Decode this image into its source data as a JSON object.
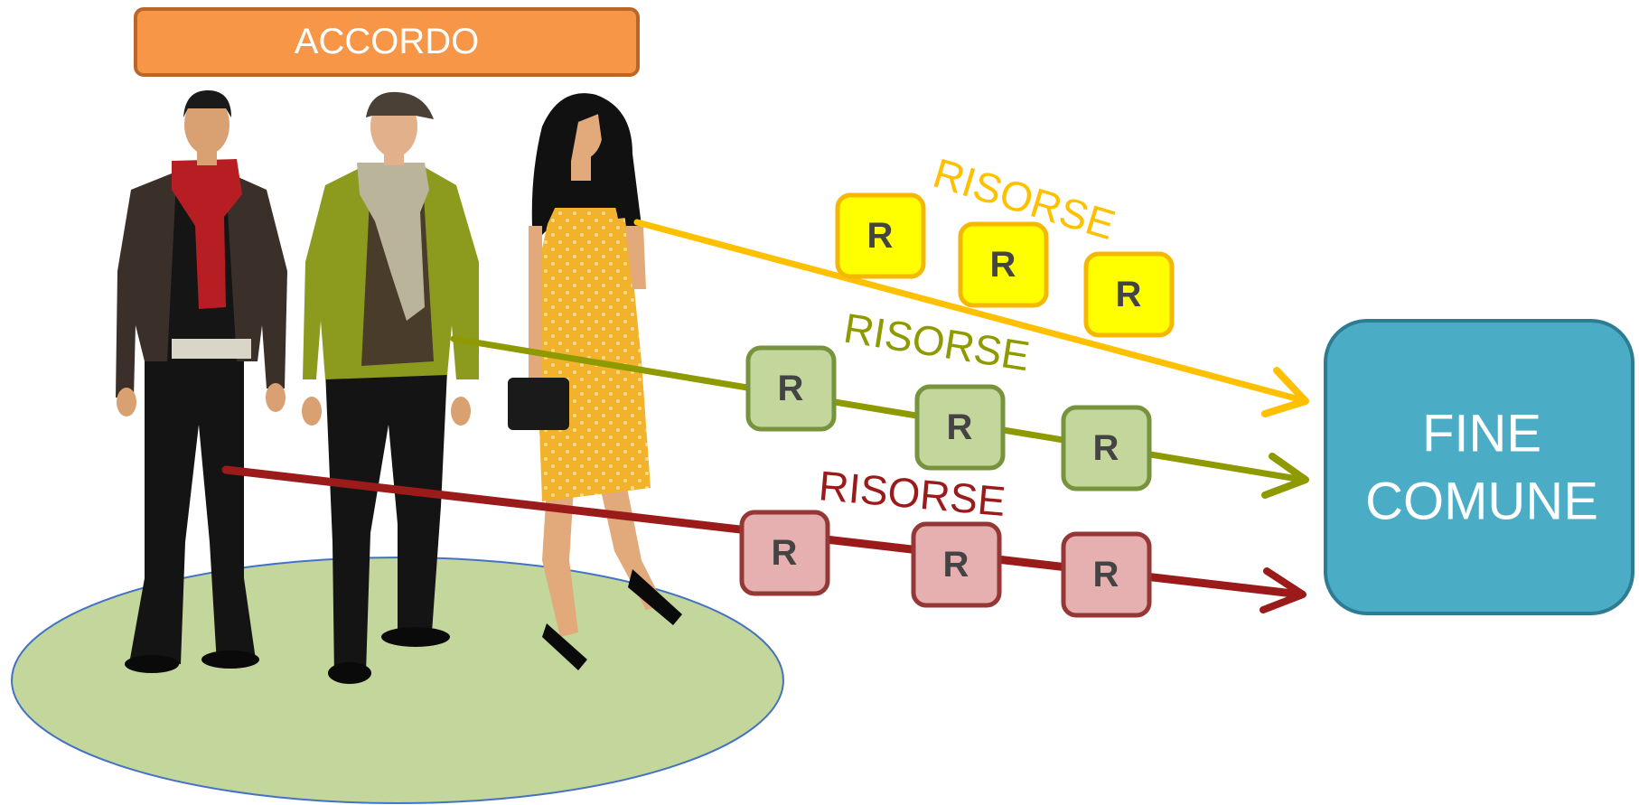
{
  "header": {
    "label": "ACCORDO",
    "fill": "#F79646",
    "stroke": "#B9662A"
  },
  "goal": {
    "line1": "FINE",
    "line2": "COMUNE",
    "fill": "#4BACC6",
    "stroke": "#2E7C93"
  },
  "streams": [
    {
      "label": "RISORSE",
      "color": "#FFC000",
      "chip_fill": "#FFFF00",
      "chip_stroke": "#F5B800",
      "chips": [
        "R",
        "R",
        "R"
      ]
    },
    {
      "label": "RISORSE",
      "color": "#8F9A00",
      "chip_fill": "#C3D69B",
      "chip_stroke": "#77933C",
      "chips": [
        "R",
        "R",
        "R"
      ]
    },
    {
      "label": "RISORSE",
      "color": "#9B1B1B",
      "chip_fill": "#E6B0B1",
      "chip_stroke": "#953735",
      "chips": [
        "R",
        "R",
        "R"
      ]
    }
  ],
  "ground": {
    "fill": "#C3D69B",
    "stroke": "#4472C4"
  },
  "people": [
    {
      "name": "man-red-scarf",
      "jacket": "#3B3029",
      "scarf": "#B61E23",
      "pants": "#141414"
    },
    {
      "name": "man-green-jacket",
      "jacket": "#8C9A1E",
      "scarf": "#B9B49A",
      "pants": "#141414"
    },
    {
      "name": "woman-yellow-dress",
      "dress": "#F2B22B",
      "hair": "#111111",
      "skin": "#E2A97A"
    }
  ]
}
